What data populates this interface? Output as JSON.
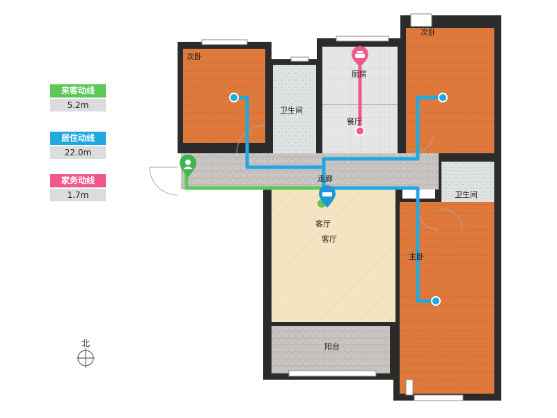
{
  "legend": [
    {
      "label": "来客动线",
      "value": "5.2m",
      "color": "#5cc85a"
    },
    {
      "label": "居住动线",
      "value": "22.0m",
      "color": "#20a8e0"
    },
    {
      "label": "家务动线",
      "value": "1.7m",
      "color": "#f0588a"
    }
  ],
  "rooms": {
    "bedroom_left": "次卧",
    "bathroom_top": "卫生间",
    "kitchen": "厨房",
    "dining": "餐厅",
    "bedroom_right": "次卧",
    "corridor": "走廊",
    "living_marker": "客厅",
    "living": "客厅",
    "bathroom_right": "卫生间",
    "master": "主卧",
    "balcony": "阳台"
  },
  "compass": {
    "label": "北"
  },
  "colors": {
    "wall": "#2b2b2b",
    "wood": "#e07a3c",
    "tile": "#d8dcdc",
    "living_floor": "#f7e6c4",
    "guest_route": "#5cc85a",
    "living_route": "#20a8e0",
    "chore_route": "#f0588a"
  }
}
